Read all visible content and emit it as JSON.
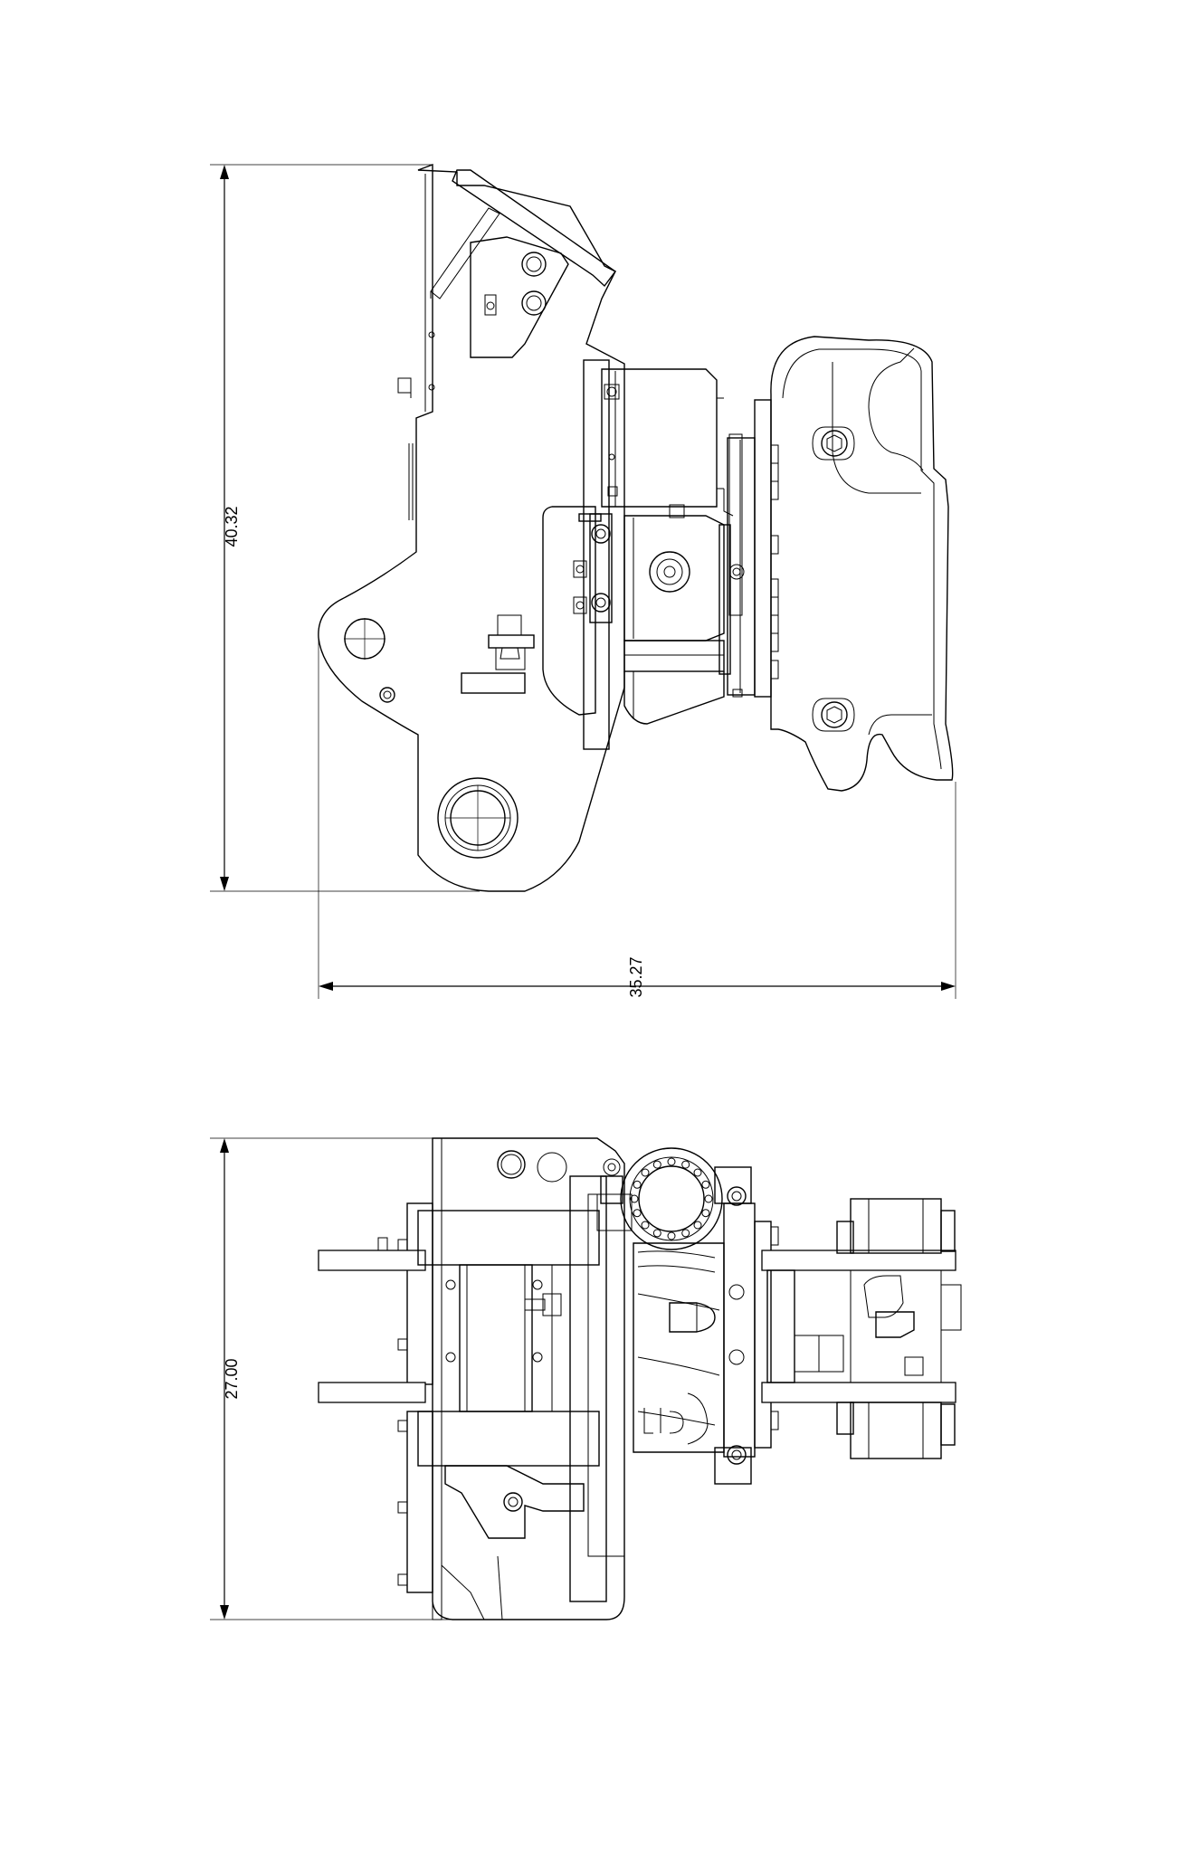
{
  "drawing": {
    "side_view": {
      "height_dimension": "40.32",
      "width_dimension": "35.27"
    },
    "top_view": {
      "width_dimension": "27.00"
    }
  }
}
